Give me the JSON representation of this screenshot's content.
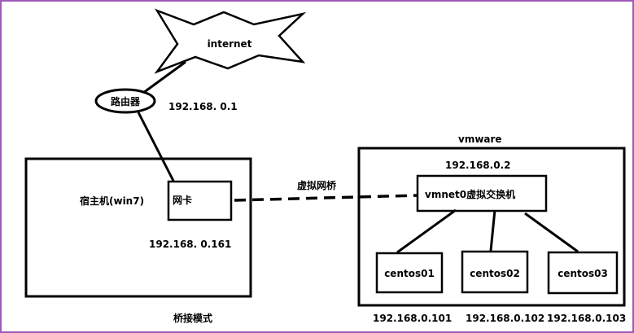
{
  "diagram": {
    "internet_label": "internet",
    "router_label": "路由器",
    "router_ip": "192.168. 0.1",
    "host_label": "宿主机(win7)",
    "nic_label": "网卡",
    "host_ip": "192.168. 0.161",
    "bridge_label": "虚拟网桥",
    "mode_label": "桥接模式",
    "vmware_label": "vmware",
    "switch_ip": "192.168.0.2",
    "switch_label": "vmnet0虚拟交换机",
    "vms": [
      {
        "name": "centos01",
        "ip": "192.168.0.101"
      },
      {
        "name": "centos02",
        "ip": "192.168.0.102"
      },
      {
        "name": "centos03",
        "ip": "192.168.0.103"
      }
    ]
  }
}
